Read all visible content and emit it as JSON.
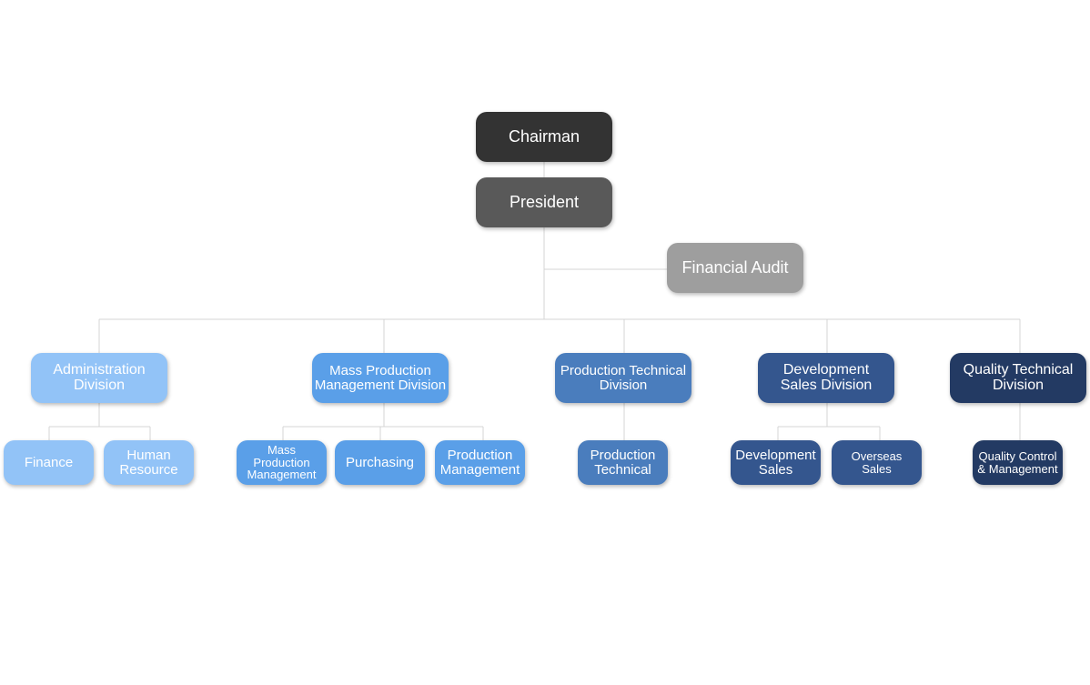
{
  "colors": {
    "chairman": "#333333",
    "president": "#595959",
    "audit": "#9e9e9e",
    "administration": "#92c3f7",
    "mass_production": "#5a9fe8",
    "production_technical": "#4a7dbd",
    "development_sales": "#34568e",
    "quality_technical": "#233a63",
    "connector": "#d4d4d4"
  },
  "top": {
    "chairman": "Chairman",
    "president": "President",
    "financial_audit": "Financial Audit"
  },
  "divisions": {
    "administration": "Administration Division",
    "mass_production": "Mass Production Management Division",
    "production_technical": "Production Technical Division",
    "development_sales": "Development Sales Division",
    "quality_technical": "Quality Technical Division"
  },
  "departments": {
    "finance": "Finance",
    "human_resource": "Human Resource",
    "mass_production_management": "Mass Production Management",
    "purchasing": "Purchasing",
    "production_management": "Production Management",
    "production_technical": "Production Technical",
    "development_sales": "Development Sales",
    "overseas_sales": "Overseas Sales",
    "quality_control": "Quality Control & Management"
  }
}
